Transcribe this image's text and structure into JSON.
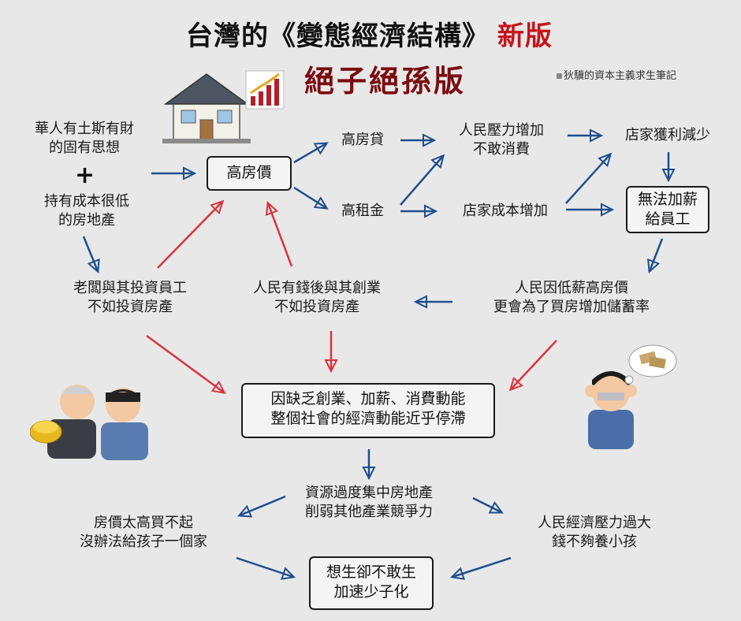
{
  "header": {
    "title_main": "台灣的《變態經濟結構》",
    "title_new": "新版",
    "subtitle": "絕子絕孫版",
    "credit": "狄驥的資本主義求生筆記"
  },
  "nodes": {
    "origin": {
      "line1": "華人有土斯有財",
      "line2": "的固有思想"
    },
    "plus": "+",
    "low_cost": {
      "line1": "持有成本很低",
      "line2": "的房地產"
    },
    "high_price": "高房價",
    "high_loan": "高房貸",
    "high_rent": "高租金",
    "pressure": {
      "line1": "人民壓力增加",
      "line2": "不敢消費"
    },
    "shop_cost": "店家成本增加",
    "shop_profit": "店家獲利減少",
    "no_raise": {
      "line1": "無法加薪",
      "line2": "給員工"
    },
    "boss": {
      "line1": "老闆與其投資員工",
      "line2": "不如投資房產"
    },
    "people_money": {
      "line1": "人民有錢後與其創業",
      "line2": "不如投資房產"
    },
    "people_save": {
      "line1": "人民因低薪高房價",
      "line2": "更會為了買房增加儲蓄率"
    },
    "stagnation": {
      "line1": "因缺乏創業、加薪、消費動能",
      "line2": "整個社會的經濟動能近乎停滯"
    },
    "concentration": {
      "line1": "資源過度集中房地產",
      "line2": "削弱其他產業競爭力"
    },
    "cant_afford": {
      "line1": "房價太高買不起",
      "line2": "沒辦法給孩子一個家"
    },
    "econ_pressure": {
      "line1": "人民經濟壓力過大",
      "line2": "錢不夠養小孩"
    },
    "low_birth": {
      "line1": "想生卻不敢生",
      "line2": "加速少子化"
    }
  },
  "colors": {
    "arrow_blue": "#1f4e8c",
    "arrow_red": "#d9343f",
    "title_red": "#c4141c",
    "subtitle_red": "#7a0c10"
  },
  "icons": [
    "house-icon",
    "rising-chart-icon",
    "boss-with-gold-icon",
    "whispering-employee-icon",
    "worried-person-icon",
    "money-thought-bubble-icon"
  ]
}
